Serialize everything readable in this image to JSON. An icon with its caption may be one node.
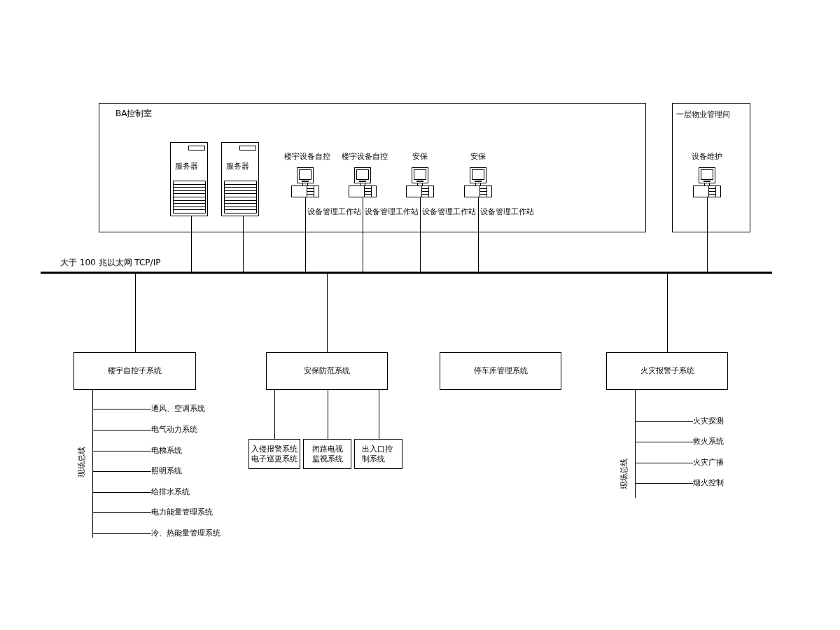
{
  "diagram": {
    "nodes": [
      {
        "text": [
          "BA控制室"
        ]
      },
      {
        "text": [
          "服务器"
        ],
        "in": 0
      },
      {
        "text": [
          "服务器"
        ],
        "in": 0
      },
      {
        "text": [
          "楼宇设备自控"
        ],
        "in": 0,
        "beside": [
          "设备管理工作站"
        ]
      },
      {
        "text": [
          "楼宇设备自控"
        ],
        "in": 0,
        "beside": [
          "设备管理工作站"
        ]
      },
      {
        "text": [
          "安保"
        ],
        "in": 0,
        "beside": [
          "设备管理工作站"
        ]
      },
      {
        "text": [
          "安保"
        ],
        "in": 0,
        "beside": [
          "设备管理工作站"
        ]
      },
      {
        "text": [
          "一层物业管理间"
        ]
      },
      {
        "text": [
          "设备维护"
        ],
        "in": 7
      },
      {
        "text": [],
        "shape": "bar",
        "beside": [
          "大于 100 兆以太网 TCP/IP"
        ]
      },
      {
        "text": [
          "楼宇自控子系统"
        ]
      },
      {
        "text": [
          "安保防范系统"
        ]
      },
      {
        "text": [
          "停车库管理系统"
        ]
      },
      {
        "text": [
          "火灾报警子系统"
        ]
      },
      {
        "text": [
          "入侵报警系统",
          "电子巡更系统"
        ]
      },
      {
        "text": [
          "闭路电视监视系统"
        ]
      },
      {
        "text": [
          "出入口控制系统"
        ]
      },
      {
        "text": [
          "通风、空调系统"
        ]
      },
      {
        "text": [
          "电气动力系统"
        ]
      },
      {
        "text": [
          "电梯系统"
        ]
      },
      {
        "text": [
          "照明系统"
        ]
      },
      {
        "text": [
          "给排水系统"
        ]
      },
      {
        "text": [
          "电力能量管理系统"
        ]
      },
      {
        "text": [
          "冷、热能量管理系统"
        ]
      },
      {
        "text": [
          "火灾探测"
        ]
      },
      {
        "text": [
          "救火系统"
        ]
      },
      {
        "text": [
          "火灾广播"
        ]
      },
      {
        "text": [
          "烟火控制"
        ]
      }
    ],
    "edges": [
      {
        "from": 1,
        "to": 9,
        "arrow": "none"
      },
      {
        "from": 2,
        "to": 9,
        "arrow": "none"
      },
      {
        "from": 3,
        "to": 9,
        "arrow": "none"
      },
      {
        "from": 4,
        "to": 9,
        "arrow": "none"
      },
      {
        "from": 5,
        "to": 9,
        "arrow": "none"
      },
      {
        "from": 6,
        "to": 9,
        "arrow": "none"
      },
      {
        "from": 8,
        "to": 9,
        "arrow": "none"
      },
      {
        "from": 9,
        "to": 10,
        "arrow": "none"
      },
      {
        "from": 9,
        "to": 11,
        "arrow": "none"
      },
      {
        "from": 9,
        "to": 13,
        "arrow": "none"
      },
      {
        "from": 11,
        "to": 14,
        "arrow": "none"
      },
      {
        "from": 11,
        "to": 15,
        "arrow": "none"
      },
      {
        "from": 11,
        "to": 16,
        "arrow": "none"
      },
      {
        "from": 10,
        "to": 17,
        "arrow": "none"
      },
      {
        "from": 10,
        "to": 18,
        "arrow": "none"
      },
      {
        "from": 10,
        "to": 19,
        "arrow": "none"
      },
      {
        "from": 10,
        "to": 20,
        "arrow": "none"
      },
      {
        "from": 10,
        "to": 21,
        "arrow": "none"
      },
      {
        "from": 10,
        "to": 22,
        "arrow": "none"
      },
      {
        "from": 10,
        "to": 23,
        "arrow": "none"
      },
      {
        "from": 13,
        "to": 24,
        "arrow": "none"
      },
      {
        "from": 13,
        "to": 25,
        "arrow": "none"
      },
      {
        "from": 13,
        "to": 26,
        "arrow": "none"
      },
      {
        "from": 13,
        "to": 27,
        "arrow": "none"
      }
    ],
    "labels": [
      "现场总线",
      "现场总线"
    ]
  }
}
